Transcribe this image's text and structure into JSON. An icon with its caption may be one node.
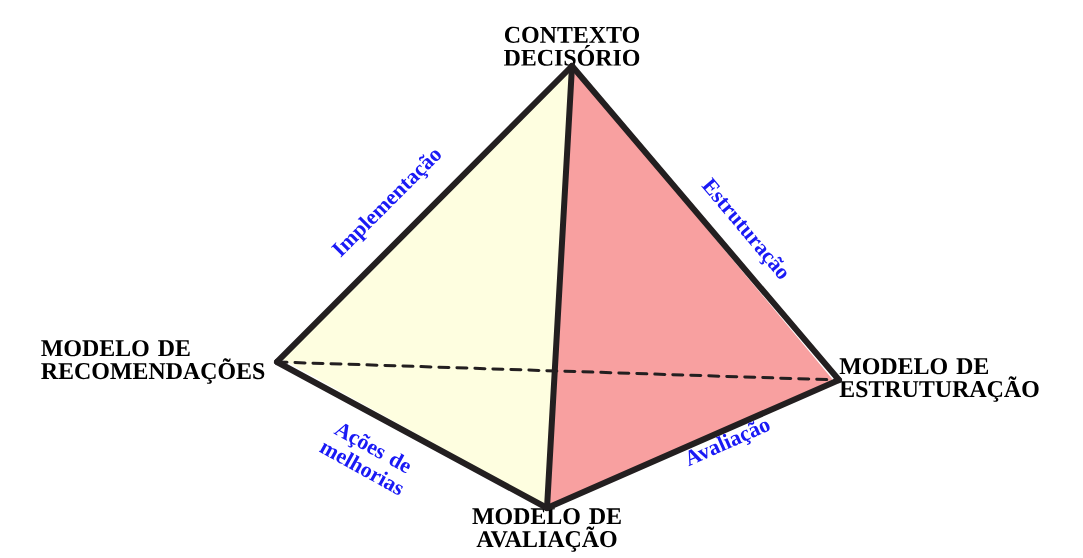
{
  "diagram": {
    "nodes": [
      {
        "text": [
          "CONTEXTO DECISÓRIO"
        ]
      },
      {
        "text": [
          "MODELO DE RECOMENDAÇÕES"
        ]
      },
      {
        "text": [
          "MODELO DE ESTRUTURAÇÃO"
        ]
      },
      {
        "text": [
          "MODELO DE AVALIAÇÃO"
        ]
      }
    ],
    "edges": [
      {
        "from": 0,
        "to": 1,
        "arrow": "none",
        "label": "Implementação"
      },
      {
        "from": 0,
        "to": 2,
        "arrow": "none",
        "label": "Estruturação"
      },
      {
        "from": 3,
        "to": 2,
        "arrow": "none",
        "label": "Avaliação"
      },
      {
        "from": 1,
        "to": 3,
        "arrow": "none",
        "label": "Ações de melhorias"
      },
      {
        "from": 0,
        "to": 3,
        "arrow": "none"
      },
      {
        "from": 1,
        "to": 2,
        "arrow": "none",
        "style": "dashed"
      }
    ]
  }
}
